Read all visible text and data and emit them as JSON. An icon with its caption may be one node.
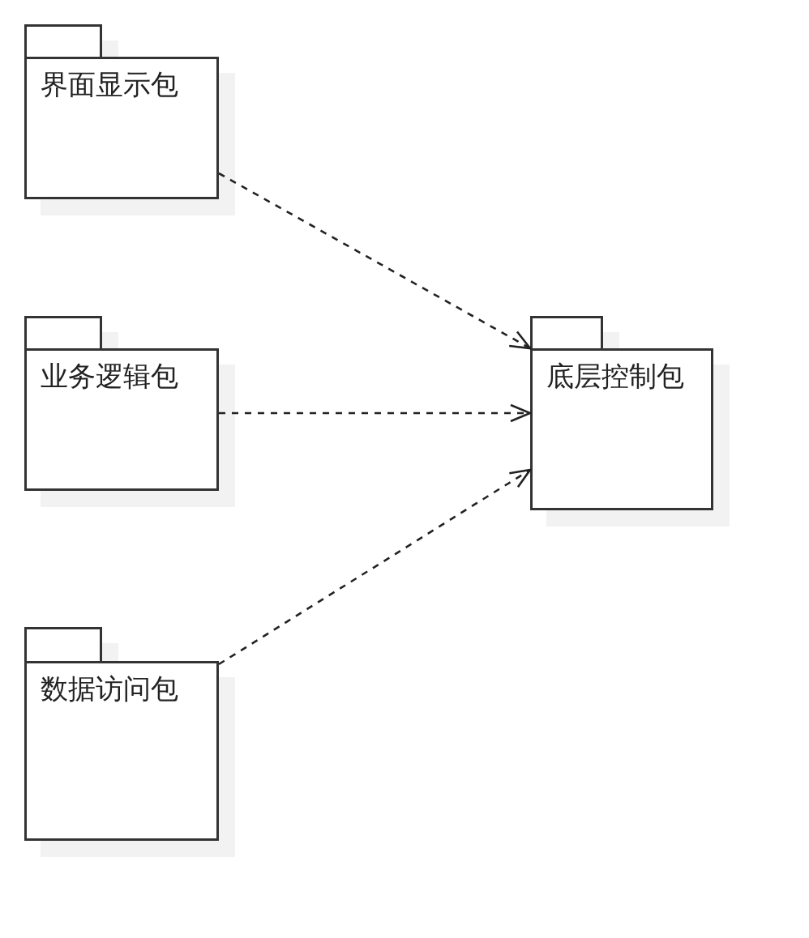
{
  "diagram": {
    "nodes": [
      {
        "text": [
          "界面显示包"
        ]
      },
      {
        "text": [
          "业务逻辑包"
        ]
      },
      {
        "text": [
          "数据访问包"
        ]
      },
      {
        "text": [
          "底层控制包"
        ]
      }
    ],
    "edges": [
      {
        "from": 0,
        "to": 3,
        "arrow": "to",
        "style": "dashed"
      },
      {
        "from": 1,
        "to": 3,
        "arrow": "to",
        "style": "dashed"
      },
      {
        "from": 2,
        "to": 3,
        "arrow": "to",
        "style": "dashed"
      }
    ]
  }
}
